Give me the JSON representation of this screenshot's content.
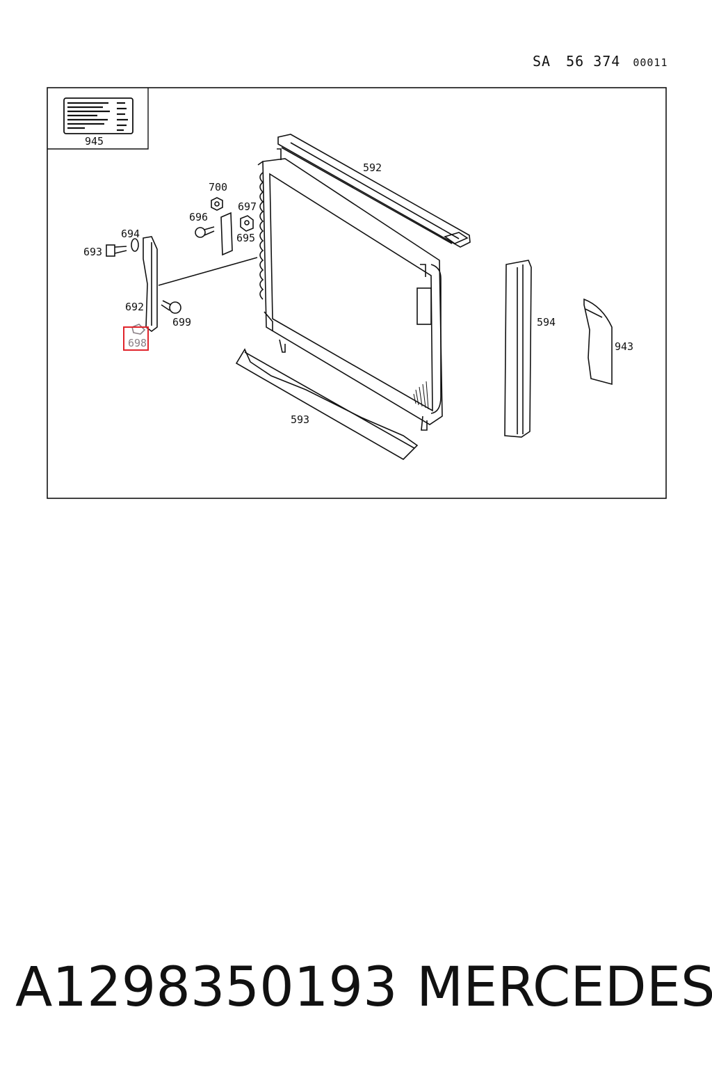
{
  "header": {
    "prefix": "SA",
    "number": "56 374",
    "suffix": "00011"
  },
  "inset": {
    "label": "945"
  },
  "callouts": {
    "radiator": "592",
    "lower_deflector": "593",
    "side_seal": "594",
    "side_deflector": "943",
    "bracket": "692",
    "bolt_693": "693",
    "washer": "694",
    "plate": "695",
    "screw_696": "696",
    "nut_697": "697",
    "clip": "698",
    "screw_699": "699",
    "nut_700": "700"
  },
  "highlight": {
    "part": "698",
    "color": "#e0242b"
  },
  "footer": {
    "part_number": "A1298350193",
    "brand": "MERCEDES"
  }
}
